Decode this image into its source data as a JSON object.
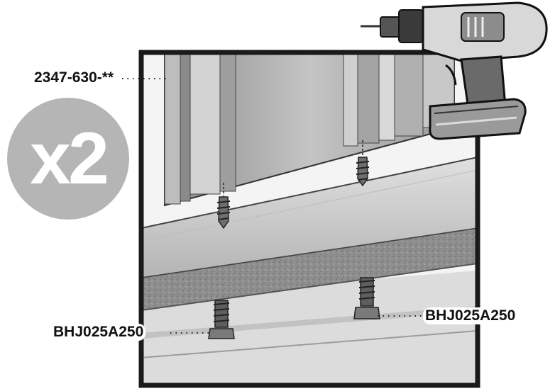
{
  "callouts": {
    "panel_part": "2347-630-**",
    "screw_left": "BHJ025A250",
    "screw_right": "BHJ025A250"
  },
  "badge": {
    "text": "x2",
    "color": "#b5b5b5"
  },
  "colors": {
    "frame": "#1a1a1a",
    "panel": "#a8a8a8",
    "rail": "#c9c9c9",
    "gravel": "#8a8a8a"
  },
  "icons": [
    "cordless-drill-icon",
    "screw-icon",
    "hex-bolt-icon"
  ]
}
